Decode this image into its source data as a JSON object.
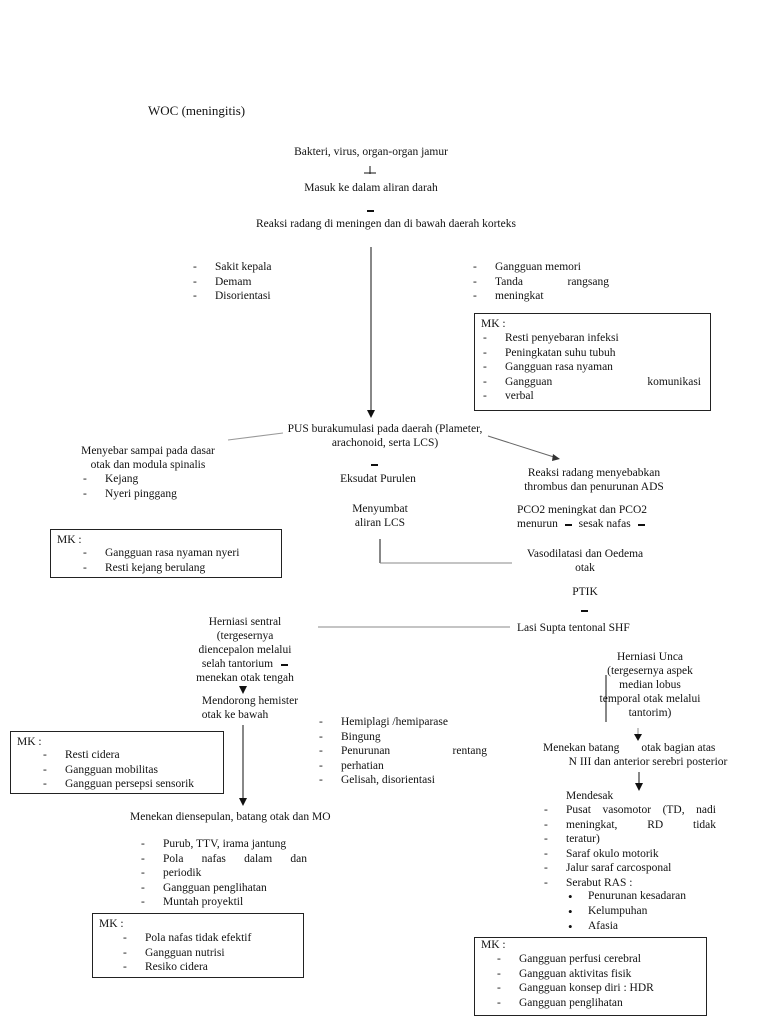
{
  "title": "WOC (meningitis)",
  "top": {
    "cause": "Bakteri, virus,  organ-organ jamur",
    "blood": "Masuk ke dalam aliran darah",
    "inflam": "Reaksi radang di meningen dan di bawah daerah korteks"
  },
  "left_symptoms": [
    "Sakit kepala",
    "Demam",
    "Disorientasi"
  ],
  "right_symptoms": {
    "item1": "Gangguan memori",
    "item2a": "Tanda",
    "item2b": "rangsang",
    "item2c": "meningkat"
  },
  "mk_right_top": {
    "header": "MK :",
    "items": [
      "Resti penyebaran infeksi",
      "Peningkatan suhu tubuh",
      "Gangguan rasa nyaman"
    ],
    "last_a": "Gangguan",
    "last_b": "komunikasi",
    "last_c": "verbal"
  },
  "pus": {
    "line1": "PUS burakumulasi pada daerah (Plameter,",
    "line2": "arachonoid, serta LCS)"
  },
  "spread": {
    "line1": "Menyebar sampai pada dasar",
    "line2": "otak dan modula spinalis",
    "items": [
      "Kejang",
      "Nyeri pinggang"
    ]
  },
  "mk_left1": {
    "header": "MK :",
    "items": [
      "Gangguan rasa nyaman nyeri",
      "Resti kejang berulang"
    ]
  },
  "exudate": "Eksudat Purulen",
  "block": {
    "line1": "Menyumbat",
    "line2": "aliran LCS"
  },
  "thrombus": {
    "line1": "Reaksi radang menyebabkan",
    "line2": "thrombus dan penurunan ADS"
  },
  "pco2": {
    "line1": "PCO2 meningkat dan PCO2",
    "line2a": "menurun",
    "line2b": "sesak nafas"
  },
  "vaso": {
    "line1": "Vasodilatasi dan Oedema",
    "line2": "otak"
  },
  "ptik": "PTIK",
  "lasi": "Lasi Supta tentonal SHF",
  "central": {
    "line1": "Herniasi sentral",
    "line2": "(tergesernya",
    "line3": "diencepalon melalui",
    "line4": "selah tantorium",
    "line5": "menekan otak tengah"
  },
  "push": {
    "line1": "Mendorong hemister",
    "line2": "otak ke bawah"
  },
  "unca": {
    "line1": "Herniasi Unca",
    "line2": "(tergesernya aspek",
    "line3": "median lobus",
    "line4": "temporal otak melalui",
    "line5": "tantorim)"
  },
  "mid_symptoms": {
    "item1": "Hemiplagi /hemiparase",
    "item2": "Bingung",
    "item3a": "Penurunan",
    "item3b": "rentang",
    "item3c": "perhatian",
    "item4": "Gelisah, disorientasi"
  },
  "mk_left2": {
    "header": "MK :",
    "items": [
      "Resti cidera",
      "Gangguan mobilitas",
      "Gangguan persepsi sensorik"
    ]
  },
  "press_stem": {
    "line1a": "Menekan batang",
    "line1b": "otak bagian atas",
    "line2": "N III dan anterior serebri posterior"
  },
  "press_mo": "Menekan diensepulan, batang otak dan MO",
  "mo_symptoms": {
    "item1": "Purub, TTV, irama jantung",
    "item2a": "Pola",
    "item2b": "nafas",
    "item2c": "dalam",
    "item2d": "dan",
    "item2e": "periodik",
    "item3": "Gangguan penglihatan",
    "item4": "Muntah proyektil"
  },
  "mk_bottom_left": {
    "header": "MK :",
    "items": [
      "Pola nafas tidak efektif",
      "Gangguan nutrisi",
      "Resiko cidera"
    ]
  },
  "urge": {
    "title": "Mendesak",
    "vaso_a": "Pusat",
    "vaso_b": "vasomotor",
    "vaso_c": "(TD,",
    "vaso_d": "nadi",
    "vaso2_a": "meningkat,",
    "vaso2_b": "RD",
    "vaso2_c": "tidak",
    "vaso3": "teratur)",
    "item2": "Saraf okulo motorik",
    "item3": "Jalur saraf carcosponal",
    "item4": "Serabut RAS   :",
    "bullets": [
      "Penurunan kesadaran",
      "Kelumpuhan",
      "Afasia"
    ]
  },
  "mk_bottom_right": {
    "header": "MK :",
    "items": [
      "Gangguan perfusi cerebral",
      "Gangguan aktivitas fisik",
      "Gangguan konsep diri : HDR",
      "Gangguan penglihatan"
    ]
  }
}
